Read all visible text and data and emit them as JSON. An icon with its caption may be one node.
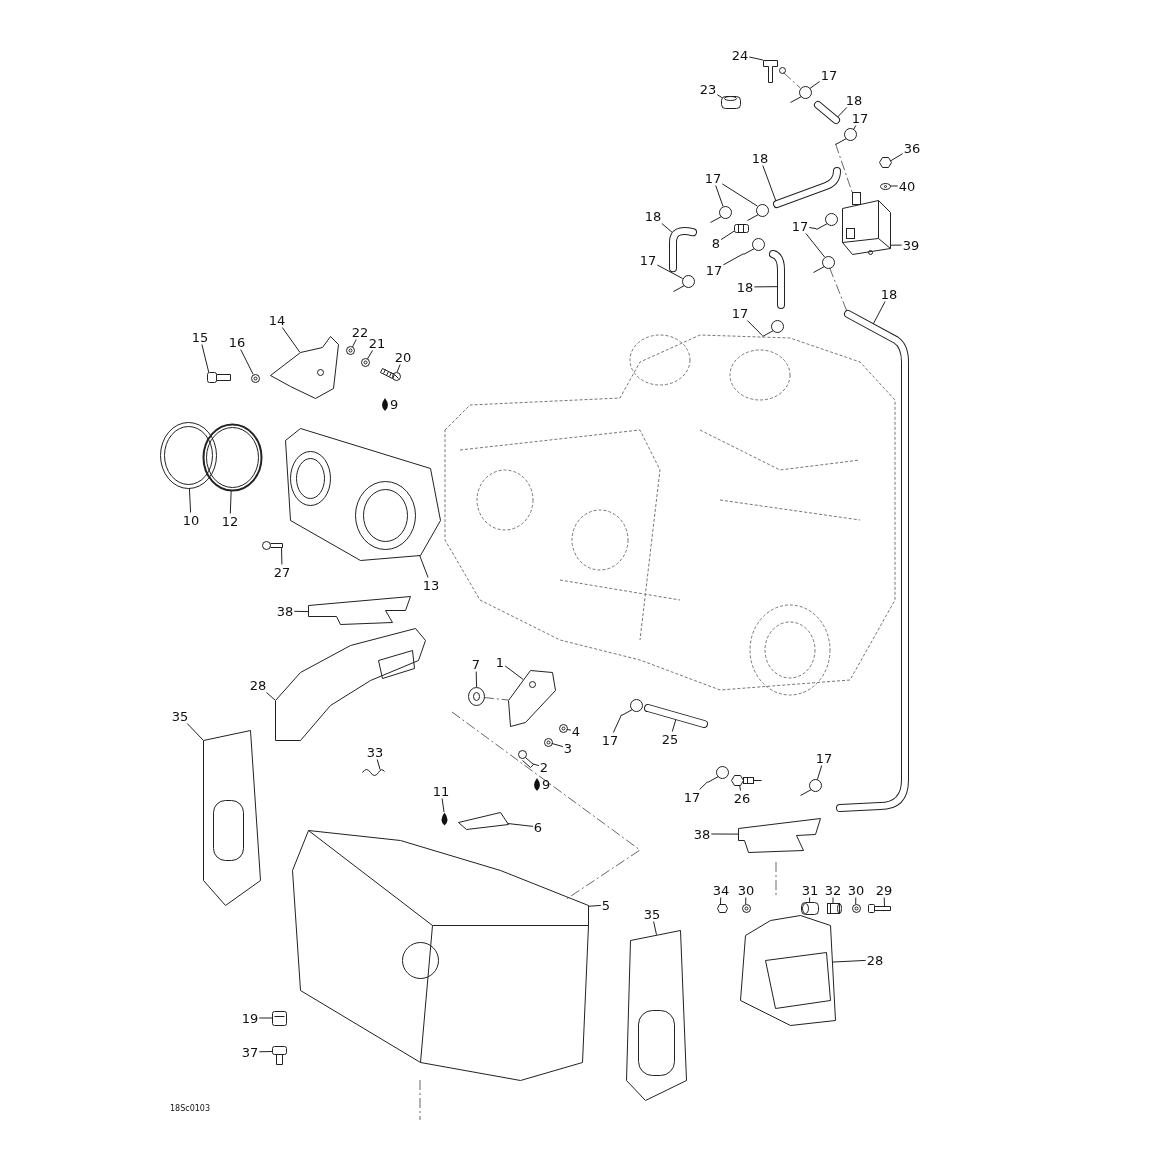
{
  "diagram": {
    "nodes": [
      {
        "text": [
          "24"
        ]
      },
      {
        "text": [
          "23"
        ]
      },
      {
        "text": [
          "17"
        ]
      },
      {
        "text": [
          "18"
        ]
      },
      {
        "text": [
          "17"
        ]
      },
      {
        "text": [
          "36"
        ]
      },
      {
        "text": [
          "40"
        ]
      },
      {
        "text": [
          "18"
        ]
      },
      {
        "text": [
          "17"
        ]
      },
      {
        "text": [
          "39"
        ]
      },
      {
        "text": [
          "17"
        ]
      },
      {
        "text": [
          "18"
        ]
      },
      {
        "text": [
          "8"
        ]
      },
      {
        "text": [
          "17"
        ]
      },
      {
        "text": [
          "17"
        ]
      },
      {
        "text": [
          "18"
        ]
      },
      {
        "text": [
          "18"
        ]
      },
      {
        "text": [
          "17"
        ]
      },
      {
        "text": [
          "14"
        ]
      },
      {
        "text": [
          "22"
        ]
      },
      {
        "text": [
          "15"
        ]
      },
      {
        "text": [
          "16"
        ]
      },
      {
        "text": [
          "21"
        ]
      },
      {
        "text": [
          "20"
        ]
      },
      {
        "text": [
          "10"
        ]
      },
      {
        "text": [
          "12"
        ]
      },
      {
        "text": [
          "27"
        ]
      },
      {
        "text": [
          "13"
        ]
      },
      {
        "text": [
          "38"
        ]
      },
      {
        "text": [
          "7"
        ]
      },
      {
        "text": [
          "1"
        ]
      },
      {
        "text": [
          "28"
        ]
      },
      {
        "text": [
          "35"
        ]
      },
      {
        "text": [
          "4"
        ]
      },
      {
        "text": [
          "17"
        ]
      },
      {
        "text": [
          "25"
        ]
      },
      {
        "text": [
          "3"
        ]
      },
      {
        "text": [
          "33"
        ]
      },
      {
        "text": [
          "2"
        ]
      },
      {
        "text": [
          "11"
        ]
      },
      {
        "text": [
          "17"
        ]
      },
      {
        "text": [
          "26"
        ]
      },
      {
        "text": [
          "17"
        ]
      },
      {
        "text": [
          "6"
        ]
      },
      {
        "text": [
          "38"
        ]
      },
      {
        "text": [
          "34"
        ]
      },
      {
        "text": [
          "30"
        ]
      },
      {
        "text": [
          "31"
        ]
      },
      {
        "text": [
          "32"
        ]
      },
      {
        "text": [
          "30"
        ]
      },
      {
        "text": [
          "29"
        ]
      },
      {
        "text": [
          "5"
        ]
      },
      {
        "text": [
          "35"
        ]
      },
      {
        "text": [
          "28"
        ]
      },
      {
        "text": [
          "19"
        ]
      },
      {
        "text": [
          "37"
        ]
      },
      {
        "text": [],
        "shape": "picture"
      },
      {
        "text": [],
        "shape": "picture"
      },
      {
        "text": [],
        "shape": "picture"
      },
      {
        "text": [],
        "shape": "picture"
      },
      {
        "text": [],
        "shape": "picture"
      },
      {
        "text": [],
        "shape": "picture"
      },
      {
        "text": [],
        "shape": "picture"
      },
      {
        "text": [],
        "shape": "picture"
      },
      {
        "text": [],
        "shape": "picture"
      },
      {
        "text": [],
        "shape": "picture"
      },
      {
        "text": [],
        "shape": "picture"
      },
      {
        "text": [],
        "shape": "picture"
      },
      {
        "text": [],
        "shape": "picture"
      },
      {
        "text": [],
        "shape": "picture"
      },
      {
        "text": [],
        "shape": "picture"
      },
      {
        "text": [],
        "shape": "picture"
      },
      {
        "text": [],
        "shape": "picture"
      },
      {
        "text": [],
        "shape": "picture"
      },
      {
        "text": [],
        "shape": "picture"
      },
      {
        "text": [],
        "shape": "picture"
      },
      {
        "text": [],
        "shape": "picture"
      },
      {
        "text": [],
        "shape": "picture"
      },
      {
        "text": [],
        "shape": "picture"
      },
      {
        "text": [],
        "shape": "picture"
      },
      {
        "text": [],
        "shape": "picture"
      },
      {
        "text": [],
        "shape": "picture"
      },
      {
        "text": [],
        "shape": "picture"
      },
      {
        "text": [],
        "shape": "picture"
      },
      {
        "text": [],
        "shape": "picture"
      },
      {
        "text": [],
        "shape": "picture"
      },
      {
        "text": [],
        "shape": "picture"
      },
      {
        "text": [],
        "shape": "picture"
      },
      {
        "text": [],
        "shape": "picture"
      },
      {
        "text": [],
        "shape": "picture"
      },
      {
        "text": [],
        "shape": "picture"
      },
      {
        "text": [],
        "shape": "picture"
      },
      {
        "text": [],
        "shape": "picture"
      },
      {
        "text": [],
        "shape": "picture"
      },
      {
        "text": [],
        "shape": "picture"
      },
      {
        "text": [],
        "shape": "picture"
      },
      {
        "text": [],
        "shape": "picture"
      },
      {
        "text": [],
        "shape": "picture"
      },
      {
        "text": [],
        "shape": "picture"
      },
      {
        "text": [],
        "shape": "picture"
      },
      {
        "text": [],
        "shape": "picture"
      },
      {
        "text": [],
        "shape": "picture"
      },
      {
        "text": [],
        "shape": "picture"
      },
      {
        "text": [],
        "shape": "picture"
      },
      {
        "text": [],
        "shape": "picture"
      },
      {
        "text": [],
        "shape": "picture"
      },
      {
        "text": [],
        "shape": "picture"
      },
      {
        "text": [],
        "shape": "picture"
      },
      {
        "text": [],
        "shape": "picture"
      },
      {
        "text": [],
        "shape": "picture"
      },
      {
        "text": [],
        "shape": "picture"
      },
      {
        "text": [],
        "shape": "picture"
      },
      {
        "text": [],
        "shape": "picture"
      },
      {
        "text": [],
        "shape": "picture"
      }
    ],
    "edges": [
      {
        "from": 0,
        "to": 56,
        "arrow": "none"
      },
      {
        "from": 1,
        "to": 57,
        "arrow": "none"
      },
      {
        "from": 2,
        "to": 58,
        "arrow": "none"
      },
      {
        "from": 3,
        "to": 59,
        "arrow": "none"
      },
      {
        "from": 4,
        "to": 60,
        "arrow": "none"
      },
      {
        "from": 5,
        "to": 61,
        "arrow": "none"
      },
      {
        "from": 6,
        "to": 62,
        "arrow": "none"
      },
      {
        "from": 7,
        "to": 63,
        "arrow": "none"
      },
      {
        "from": 8,
        "to": 64,
        "arrow": "none"
      },
      {
        "from": 8,
        "to": 65,
        "arrow": "none"
      },
      {
        "from": 9,
        "to": 66,
        "arrow": "none"
      },
      {
        "from": 10,
        "to": 67,
        "arrow": "none"
      },
      {
        "from": 10,
        "to": 68,
        "arrow": "none"
      },
      {
        "from": 11,
        "to": 69,
        "arrow": "none"
      },
      {
        "from": 12,
        "to": 70,
        "arrow": "none"
      },
      {
        "from": 13,
        "to": 71,
        "arrow": "none"
      },
      {
        "from": 14,
        "to": 72,
        "arrow": "none"
      },
      {
        "from": 15,
        "to": 73,
        "arrow": "none"
      },
      {
        "from": 16,
        "to": 74,
        "arrow": "none"
      },
      {
        "from": 17,
        "to": 75,
        "arrow": "none"
      },
      {
        "from": 18,
        "to": 76,
        "arrow": "none"
      },
      {
        "from": 19,
        "to": 77,
        "arrow": "none"
      },
      {
        "from": 20,
        "to": 78,
        "arrow": "none"
      },
      {
        "from": 21,
        "to": 79,
        "arrow": "none"
      },
      {
        "from": 22,
        "to": 80,
        "arrow": "none"
      },
      {
        "from": 23,
        "to": 81,
        "arrow": "none"
      },
      {
        "from": 24,
        "to": 82,
        "arrow": "none"
      },
      {
        "from": 25,
        "to": 83,
        "arrow": "none"
      },
      {
        "from": 26,
        "to": 84,
        "arrow": "none"
      },
      {
        "from": 27,
        "to": 85,
        "arrow": "none"
      },
      {
        "from": 28,
        "to": 86,
        "arrow": "none"
      },
      {
        "from": 29,
        "to": 87,
        "arrow": "none"
      },
      {
        "from": 30,
        "to": 88,
        "arrow": "none"
      },
      {
        "from": 31,
        "to": 89,
        "arrow": "none"
      },
      {
        "from": 32,
        "to": 90,
        "arrow": "none"
      },
      {
        "from": 33,
        "to": 91,
        "arrow": "none"
      },
      {
        "from": 34,
        "to": 92,
        "arrow": "none"
      },
      {
        "from": 35,
        "to": 93,
        "arrow": "none"
      },
      {
        "from": 36,
        "to": 94,
        "arrow": "none"
      },
      {
        "from": 37,
        "to": 95,
        "arrow": "none"
      },
      {
        "from": 38,
        "to": 96,
        "arrow": "none"
      },
      {
        "from": 39,
        "to": 97,
        "arrow": "none"
      },
      {
        "from": 40,
        "to": 98,
        "arrow": "none"
      },
      {
        "from": 41,
        "to": 99,
        "arrow": "none"
      },
      {
        "from": 42,
        "to": 100,
        "arrow": "none"
      },
      {
        "from": 43,
        "to": 101,
        "arrow": "none"
      },
      {
        "from": 44,
        "to": 102,
        "arrow": "none"
      },
      {
        "from": 45,
        "to": 103,
        "arrow": "none"
      },
      {
        "from": 46,
        "to": 104,
        "arrow": "none"
      },
      {
        "from": 47,
        "to": 105,
        "arrow": "none"
      },
      {
        "from": 48,
        "to": 106,
        "arrow": "none"
      },
      {
        "from": 49,
        "to": 107,
        "arrow": "none"
      },
      {
        "from": 50,
        "to": 108,
        "arrow": "none"
      },
      {
        "from": 51,
        "to": 109,
        "arrow": "none"
      },
      {
        "from": 52,
        "to": 110,
        "arrow": "none"
      },
      {
        "from": 53,
        "to": 111,
        "arrow": "none"
      },
      {
        "from": 54,
        "to": 112,
        "arrow": "none"
      },
      {
        "from": 55,
        "to": 113,
        "arrow": "none"
      },
      {
        "from": 56,
        "to": 58,
        "arrow": "none",
        "style": "dashed"
      },
      {
        "from": 60,
        "to": 66,
        "arrow": "none",
        "style": "dashed"
      },
      {
        "from": 68,
        "to": 74,
        "arrow": "none",
        "style": "dashed"
      },
      {
        "from": 87,
        "to": 88,
        "arrow": "none",
        "style": "dashed"
      }
    ],
    "labels": [
      "9",
      "9",
      "18Sc0103"
    ]
  }
}
